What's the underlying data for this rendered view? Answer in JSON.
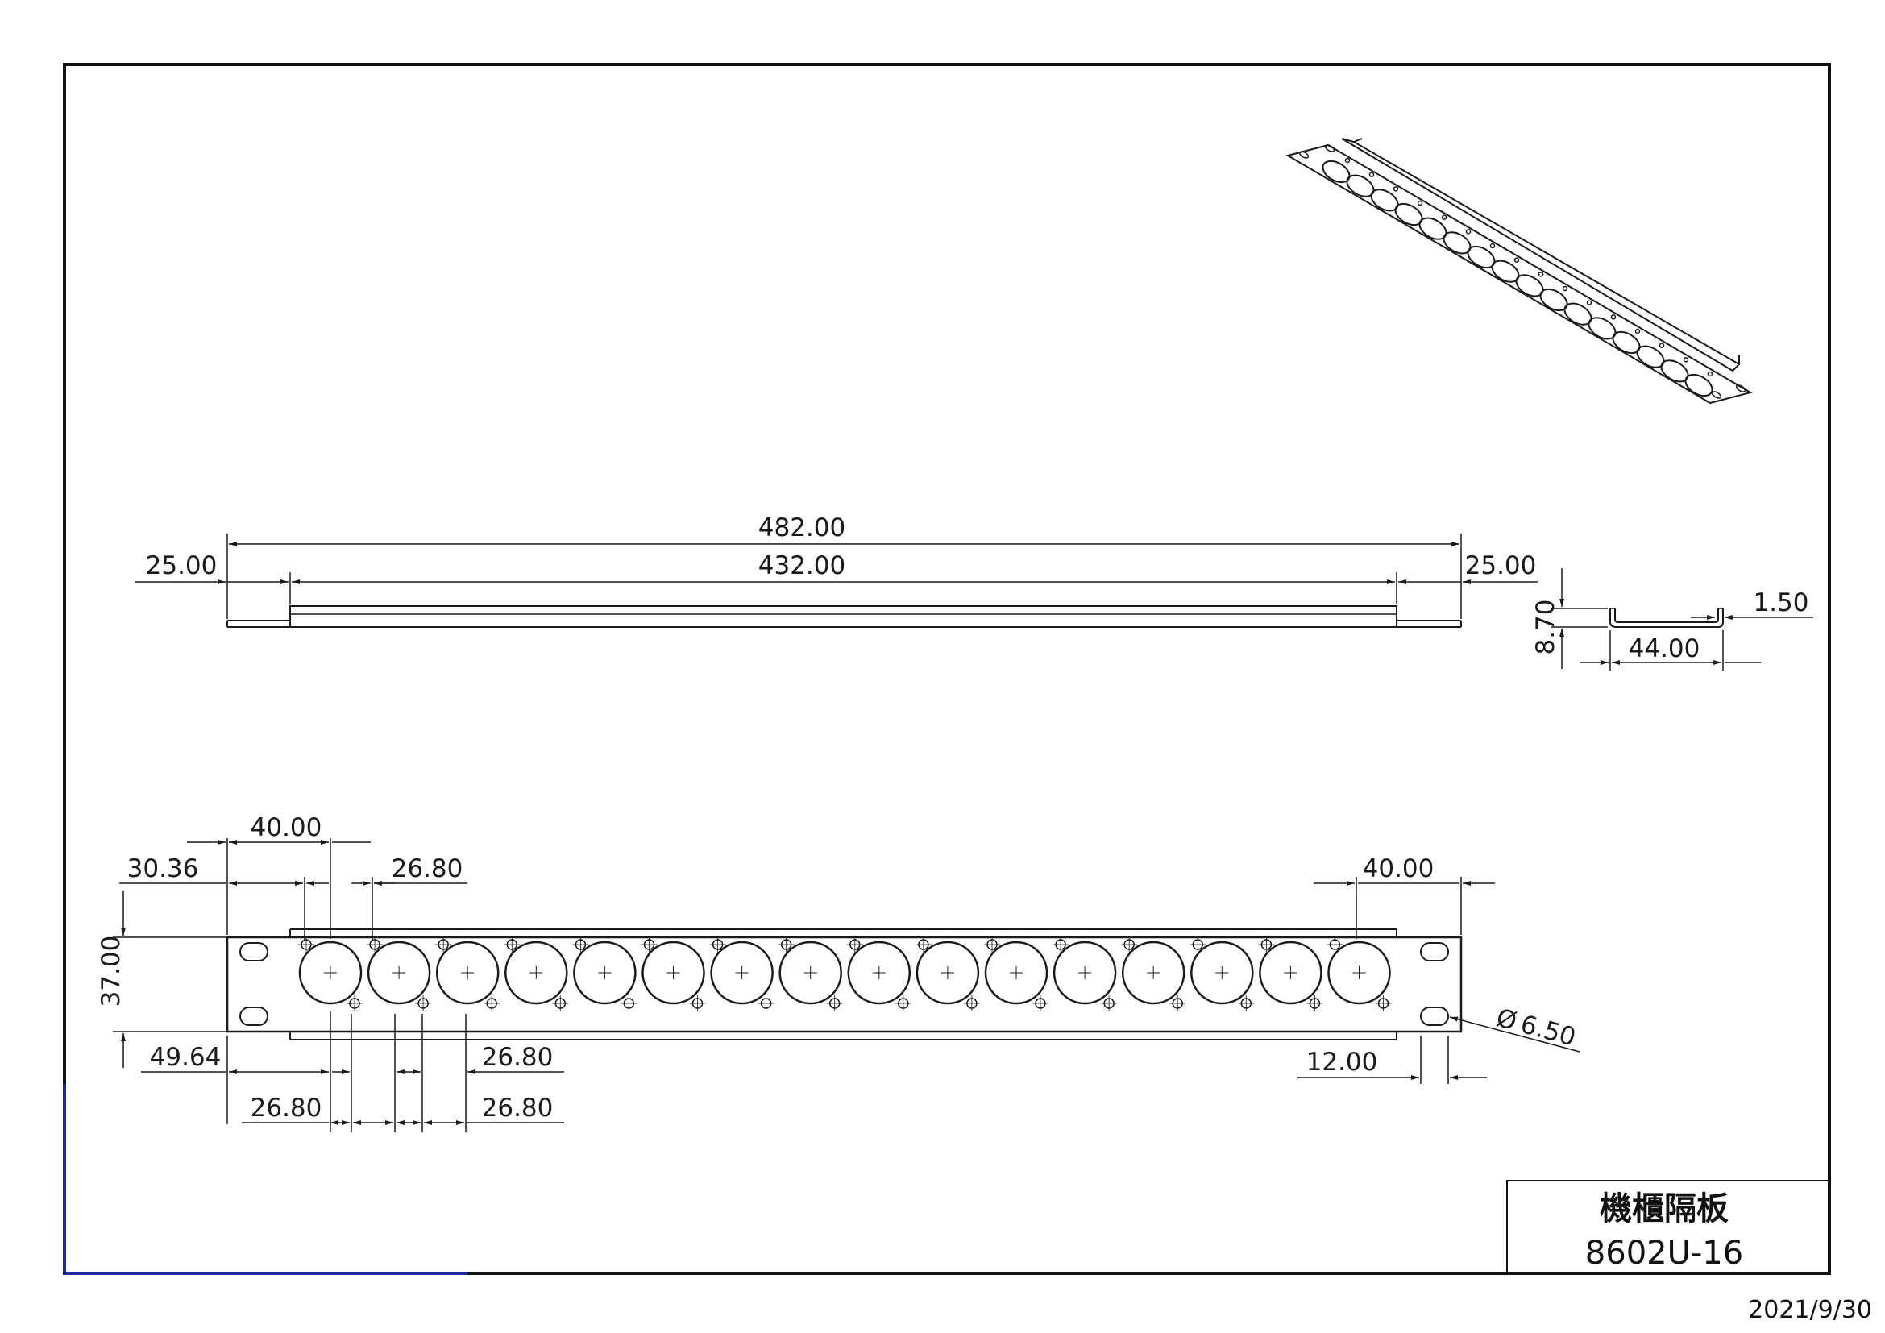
{
  "colors": {
    "line": "#1a1a1a",
    "frame": "#111111",
    "accent": "#1f2a9a"
  },
  "top_view": {
    "overall_width": "482.00",
    "inner_width": "432.00",
    "flange_left": "25.00",
    "flange_right": "25.00"
  },
  "side_view": {
    "height": "8.70",
    "depth": "44.00",
    "thickness": "1.50"
  },
  "front_view": {
    "hole_count": 16,
    "first_offset_top": "40.00",
    "left_margin_top": "30.36",
    "pitch_top": "26.80",
    "right_offset": "40.00",
    "panel_height": "37.00",
    "left_margin_bottom": "49.64",
    "pitch_bottom_a": "26.80",
    "pitch_bottom_b": "26.80",
    "pitch_bottom_c": "26.80",
    "slot_width": "12.00",
    "slot_diameter": "6.50"
  },
  "title_block": {
    "title": "機櫃隔板",
    "model": "8602U-16"
  },
  "date": "2021/9/30"
}
